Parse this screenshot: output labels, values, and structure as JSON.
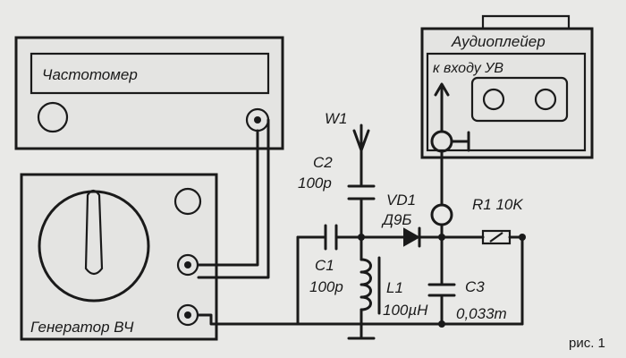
{
  "devices": {
    "frequency_meter": "Частотомер",
    "rf_generator": "Генератор ВЧ",
    "audio_player": "Аудиоплейер",
    "amp_input": "к входу УВ"
  },
  "components": {
    "antenna": "W1",
    "c2_name": "C2",
    "c2_value": "100p",
    "vd1_name": "VD1",
    "vd1_type": "Д9Б",
    "r1": "R1 10K",
    "c1_name": "C1",
    "c1_value": "100p",
    "l1_name": "L1",
    "l1_value": "100µH",
    "c3_name": "C3",
    "c3_value": "0,033m"
  },
  "figure_label": "рис. 1"
}
